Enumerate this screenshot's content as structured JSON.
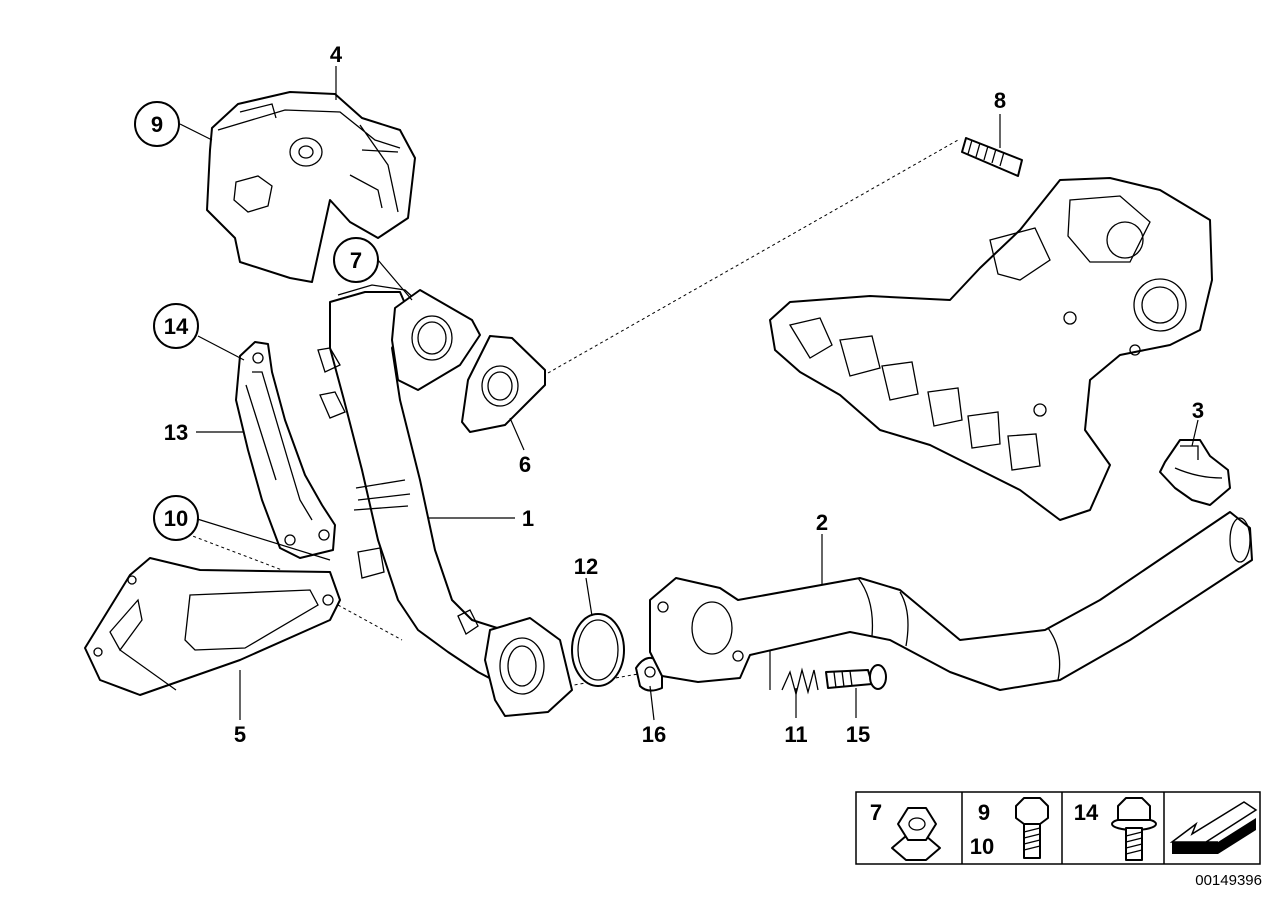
{
  "callouts": [
    {
      "key": "c1",
      "text": "1",
      "circled": false
    },
    {
      "key": "c2",
      "text": "2",
      "circled": false
    },
    {
      "key": "c3",
      "text": "3",
      "circled": false
    },
    {
      "key": "c4",
      "text": "4",
      "circled": false
    },
    {
      "key": "c5",
      "text": "5",
      "circled": false
    },
    {
      "key": "c6",
      "text": "6",
      "circled": false
    },
    {
      "key": "c7",
      "text": "7",
      "circled": true
    },
    {
      "key": "c8",
      "text": "8",
      "circled": false
    },
    {
      "key": "c9",
      "text": "9",
      "circled": true
    },
    {
      "key": "c10",
      "text": "10",
      "circled": true
    },
    {
      "key": "c11",
      "text": "11",
      "circled": false
    },
    {
      "key": "c12",
      "text": "12",
      "circled": false
    },
    {
      "key": "c13",
      "text": "13",
      "circled": false
    },
    {
      "key": "c14",
      "text": "14",
      "circled": true
    },
    {
      "key": "c15",
      "text": "15",
      "circled": false
    },
    {
      "key": "c16",
      "text": "16",
      "circled": false
    }
  ],
  "legend": {
    "cells": [
      {
        "labels": [
          "7"
        ],
        "icon": "flange-nut-icon"
      },
      {
        "labels": [
          "9",
          "10"
        ],
        "icon": "hex-bolt-icon"
      },
      {
        "labels": [
          "14"
        ],
        "icon": "flange-bolt-icon"
      },
      {
        "labels": [],
        "icon": "forward-arrow-icon"
      }
    ]
  },
  "document_number": "00149396"
}
